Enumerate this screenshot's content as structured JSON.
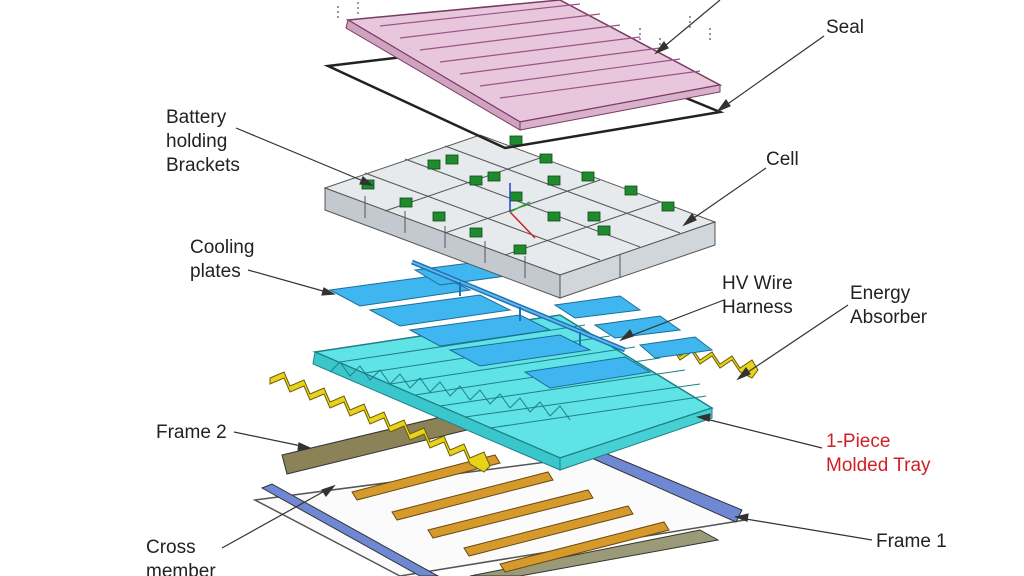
{
  "diagram": {
    "labels": {
      "seal": "Seal",
      "battery_brackets": [
        "Battery",
        "holding",
        "Brackets"
      ],
      "cell": "Cell",
      "cooling_plates": [
        "Cooling",
        "plates"
      ],
      "hv_wire_harness": [
        "HV Wire",
        "Harness"
      ],
      "energy_absorber": [
        "Energy",
        "Absorber"
      ],
      "molded_tray": [
        "1-Piece",
        "Molded Tray"
      ],
      "frame_2": "Frame 2",
      "frame_1": "Frame 1",
      "cross_member": [
        "Cross",
        "member"
      ]
    },
    "colors": {
      "top_cover": "#e8c6dc",
      "seal": "#222222",
      "cell": "#d9dfe3",
      "bracket": "#1f8a2e",
      "cooling_plate": "#3fb6f0",
      "tray": "#5fe3e6",
      "energy_absorber": "#e8d21c",
      "frame_2": "#8b8357",
      "frame_1": "#6f88d4",
      "cross_member": "#d69a2c",
      "molded_tray_label": "#d11f26"
    }
  }
}
